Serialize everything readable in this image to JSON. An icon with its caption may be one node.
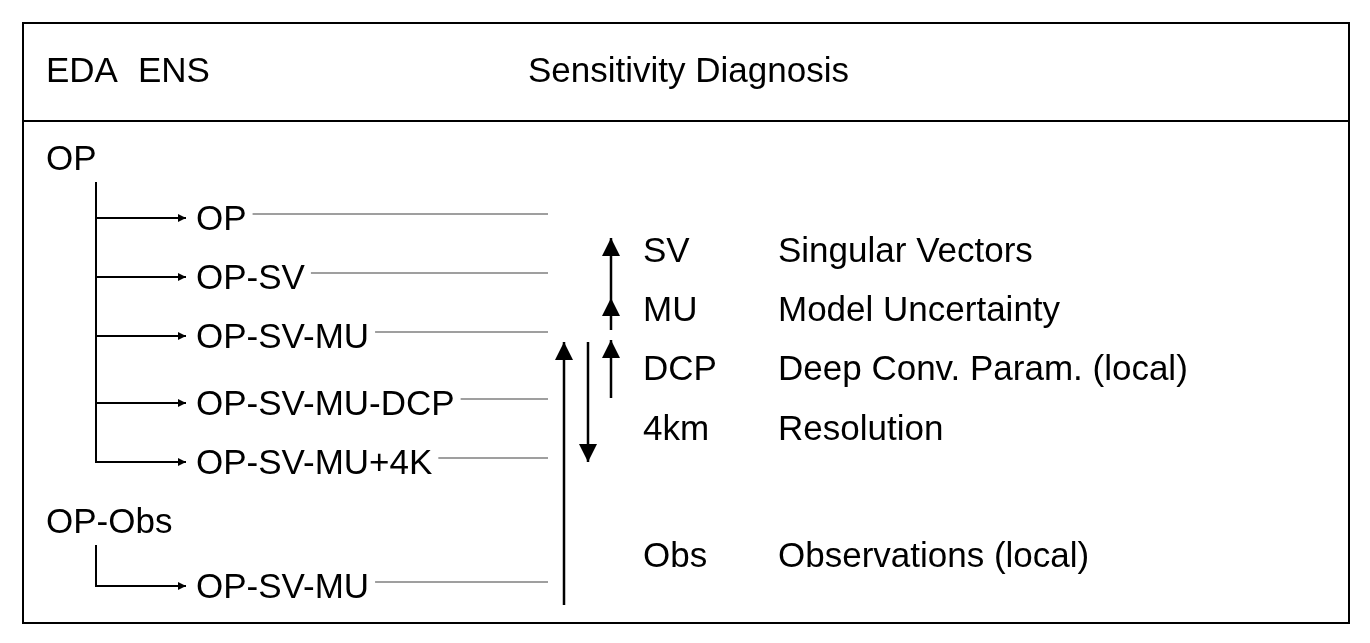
{
  "diagram": {
    "nodes": [
      {
        "text": [
          "OP"
        ]
      },
      {
        "text": [
          "OP"
        ]
      },
      {
        "text": [
          "OP-SV"
        ]
      },
      {
        "text": [
          "OP-SV-MU"
        ]
      },
      {
        "text": [
          "OP-SV-MU-DCP"
        ]
      },
      {
        "text": [
          "OP-SV-MU+4K"
        ]
      },
      {
        "text": [
          "OP-Obs"
        ]
      },
      {
        "text": [
          "OP-SV-MU"
        ]
      }
    ],
    "edges": [
      {
        "from": 0,
        "to": 1,
        "arrow": "to"
      },
      {
        "from": 0,
        "to": 2,
        "arrow": "to"
      },
      {
        "from": 0,
        "to": 3,
        "arrow": "to"
      },
      {
        "from": 0,
        "to": 4,
        "arrow": "to"
      },
      {
        "from": 0,
        "to": 5,
        "arrow": "to"
      },
      {
        "from": 6,
        "to": 7,
        "arrow": "to"
      }
    ],
    "labels": [
      "EDA",
      "ENS",
      "Sensitivity Diagnosis",
      "SV",
      "Singular Vectors",
      "MU",
      "Model Uncertainty",
      "DCP",
      "Deep Conv. Param. (local)",
      "4km",
      "Resolution",
      "Obs",
      "Observations (local)"
    ]
  }
}
